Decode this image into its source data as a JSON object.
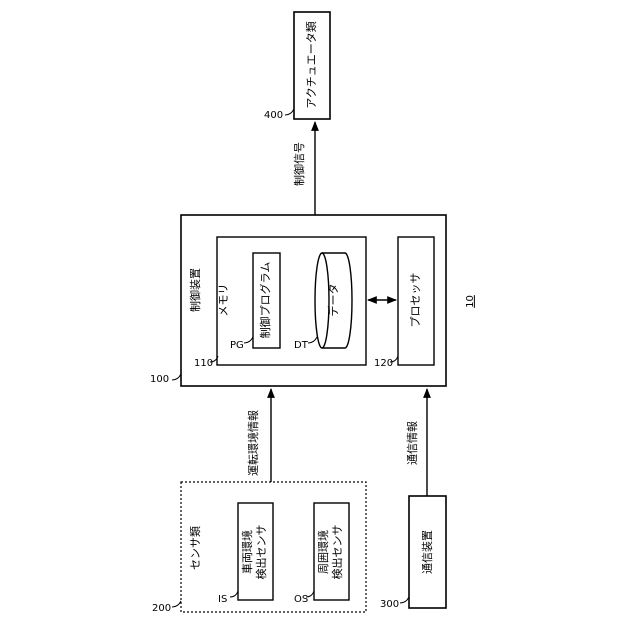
{
  "figure_number": "10",
  "control_device": {
    "ref": "100",
    "title": "制御装置"
  },
  "memory": {
    "ref": "110",
    "title": "メモリ"
  },
  "control_program": {
    "ref": "PG",
    "label": "制御プログラム"
  },
  "data_store": {
    "ref": "DT",
    "label": "データ"
  },
  "processor": {
    "ref": "120",
    "label": "プロセッサ"
  },
  "actuators": {
    "ref": "400",
    "label": "アクチュエータ類"
  },
  "sensors": {
    "ref": "200",
    "title": "センサ類"
  },
  "vehicle_sensor": {
    "ref": "IS",
    "line1": "車両環境",
    "line2": "検出センサ"
  },
  "surround_sensor": {
    "ref": "OS",
    "line1": "周囲環境",
    "line2": "検出センサ"
  },
  "comm_device": {
    "ref": "300",
    "label": "通信装置"
  },
  "signals": {
    "control_signal": "制御信号",
    "driving_env_info": "運転環境情報",
    "comm_info": "通信情報"
  }
}
